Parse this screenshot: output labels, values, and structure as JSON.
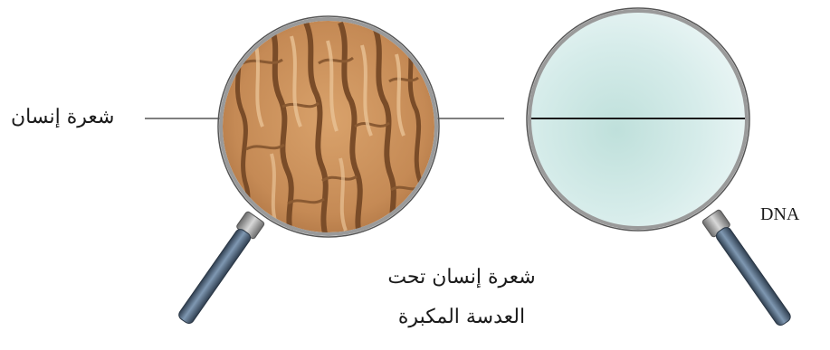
{
  "labels": {
    "hair": "شعرة إنسان",
    "dna": "DNA",
    "caption_line1": "شعرة إنسان تحت",
    "caption_line2": "العدسة المكبرة"
  },
  "colors": {
    "hair_base": "#c58a55",
    "hair_light": "#e2b787",
    "hair_dark": "#8a5a32",
    "lens_tint": "#cfe6e4",
    "handle": "#5a7088",
    "rim": "#8a8a8a",
    "leader_line": "#555555"
  },
  "icons": {
    "left_magnifier": "magnifier-icon",
    "right_magnifier": "magnifier-icon"
  }
}
